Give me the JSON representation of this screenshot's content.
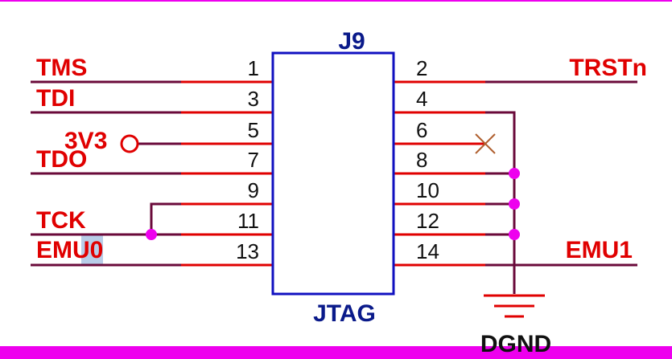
{
  "component": {
    "designator": "J9",
    "value": "JTAG",
    "body_color": "#1010c0",
    "label_color": "#0a1a8a"
  },
  "pins": {
    "left": [
      "1",
      "3",
      "5",
      "7",
      "9",
      "11",
      "13"
    ],
    "right": [
      "2",
      "4",
      "6",
      "8",
      "10",
      "12",
      "14"
    ]
  },
  "nets": {
    "tms": "TMS",
    "tdi": "TDI",
    "v3v3": "3V3",
    "tdo": "TDO",
    "tck": "TCK",
    "emu0": "EMU0",
    "trstn": "TRSTn",
    "emu1": "EMU1",
    "dgnd": "DGND"
  },
  "colors": {
    "pin_line": "#e00000",
    "net_wire": "#6a0a3a",
    "net_label": "#e00000",
    "junction": "#ee00ee",
    "border": "#ee00ee",
    "highlight": "#b8cde8",
    "no_connect": "#b06030",
    "power_port": "#e00000",
    "text": "#111111"
  }
}
